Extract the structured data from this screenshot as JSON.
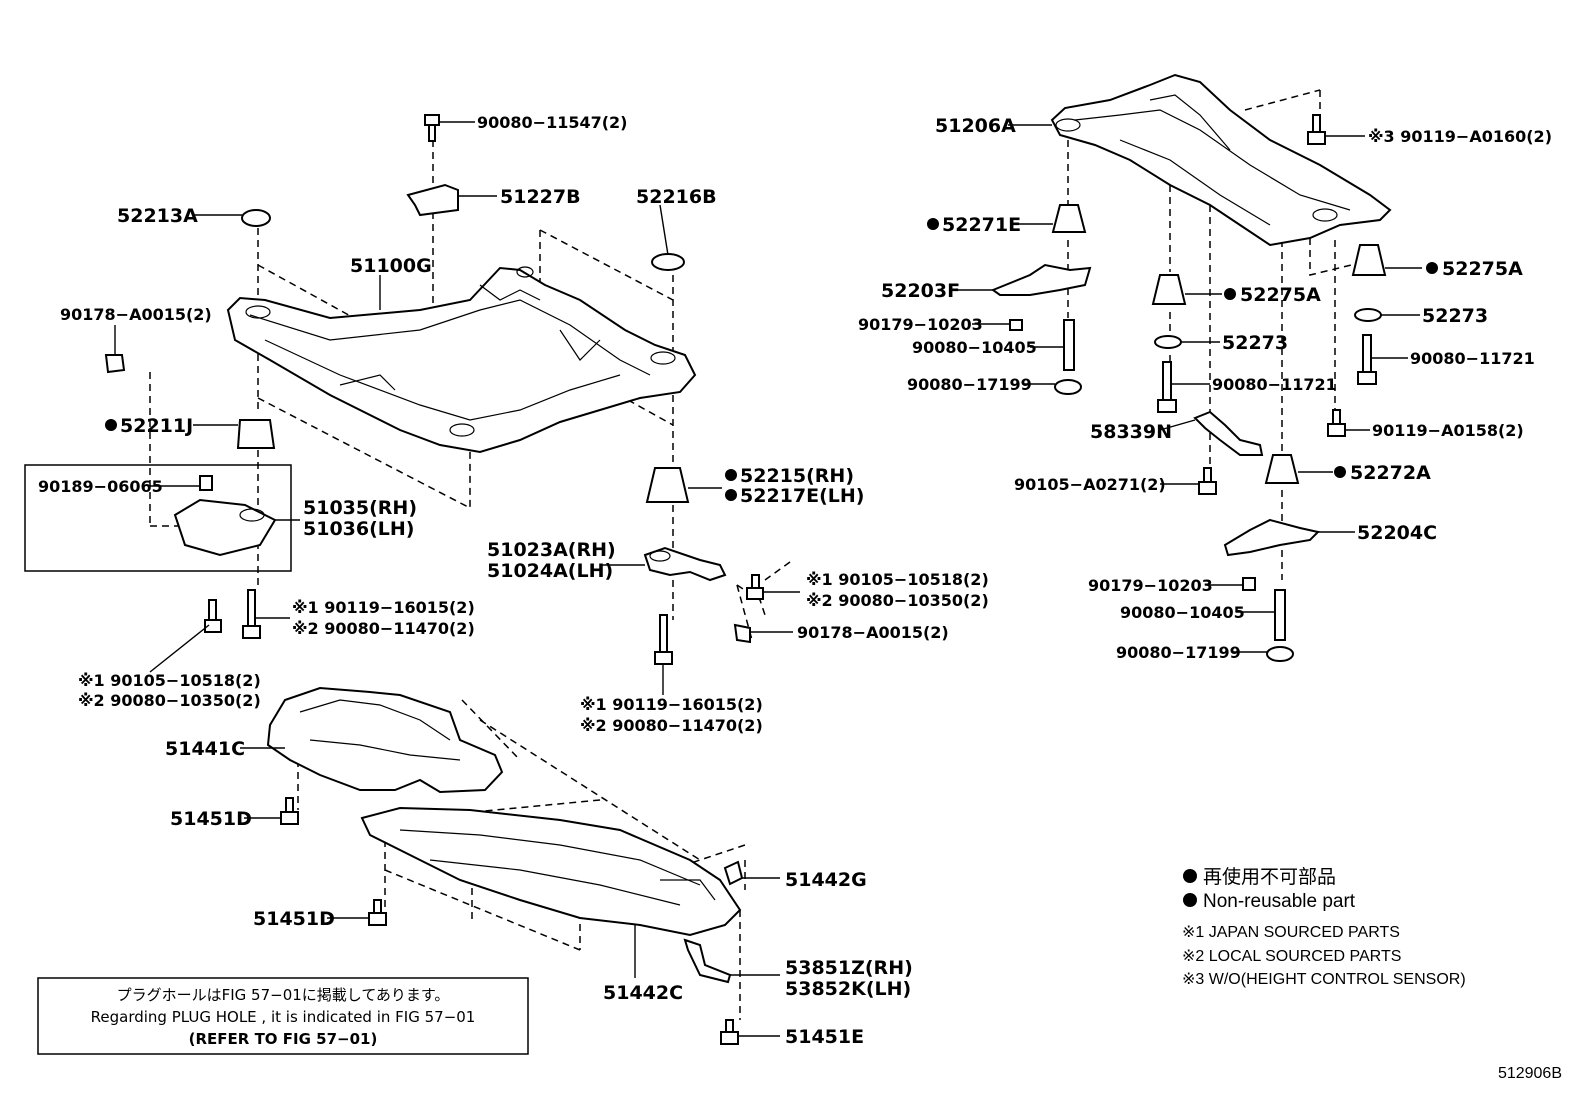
{
  "figure_code": "512906B",
  "legend": {
    "jp_nonreusable": "再使用不可部品",
    "en_nonreusable": "Non-reusable part",
    "note1": "※1 JAPAN SOURCED PARTS",
    "note2": "※2 LOCAL SOURCED PARTS",
    "note3": "※3 W/O(HEIGHT CONTROL SENSOR)"
  },
  "refnote": {
    "jp": "プラグホールはFIG 57−01に掲載してあります。",
    "en": "Regarding PLUG HOLE , it is indicated in FIG 57−01",
    "refer": "(REFER TO FIG 57−01)"
  },
  "labels": {
    "p90080_11547": "90080−11547(2)",
    "p51227B": "51227B",
    "p52213A": "52213A",
    "p52216B": "52216B",
    "p51100G": "51100G",
    "p90178_A0015_l": "90178−A0015(2)",
    "p52211J": "52211J",
    "p90189_06065": "90189−06065",
    "p51035": "51035(RH)",
    "p51036": "51036(LH)",
    "p52215": "52215(RH)",
    "p52217E": "52217E(LH)",
    "p51023A": "51023A(RH)",
    "p51024A": "51024A(LH)",
    "p_r_90105_10518": "※1 90105−10518(2)",
    "p_r_90080_10350": "※2 90080−10350(2)",
    "p90178_A0015_r": "90178−A0015(2)",
    "p_m_90119_16015": "※1 90119−16015(2)",
    "p_m_90080_11470": "※2 90080−11470(2)",
    "p_l_90105_10518": "※1 90105−10518(2)",
    "p_l_90080_10350": "※2 90080−10350(2)",
    "p_b_90119_16015": "※1 90119−16015(2)",
    "p_b_90080_11470": "※2 90080−11470(2)",
    "p51441C": "51441C",
    "p51451D_a": "51451D",
    "p51451D_b": "51451D",
    "p51442G": "51442G",
    "p51442C": "51442C",
    "p53851Z": "53851Z(RH)",
    "p53852K": "53852K(LH)",
    "p51451E": "51451E",
    "p51206A": "51206A",
    "p90119_A0160": "※3 90119−A0160(2)",
    "p52271E": "52271E",
    "p52275A_r": "52275A",
    "p52203F": "52203F",
    "p52275A_m": "52275A",
    "p90179_10203_a": "90179−10203",
    "p52273_r": "52273",
    "p52273_m": "52273",
    "p90080_10405_a": "90080−10405",
    "p90080_11721_r": "90080−11721",
    "p90080_17199_a": "90080−17199",
    "p90080_11721_m": "90080−11721",
    "p58339N": "58339N",
    "p90119_A0158": "90119−A0158(2)",
    "p90105_A0271": "90105−A0271(2)",
    "p52272A": "52272A",
    "p52204C": "52204C",
    "p90179_10203_b": "90179−10203",
    "p90080_10405_b": "90080−10405",
    "p90080_17199_b": "90080−17199"
  }
}
